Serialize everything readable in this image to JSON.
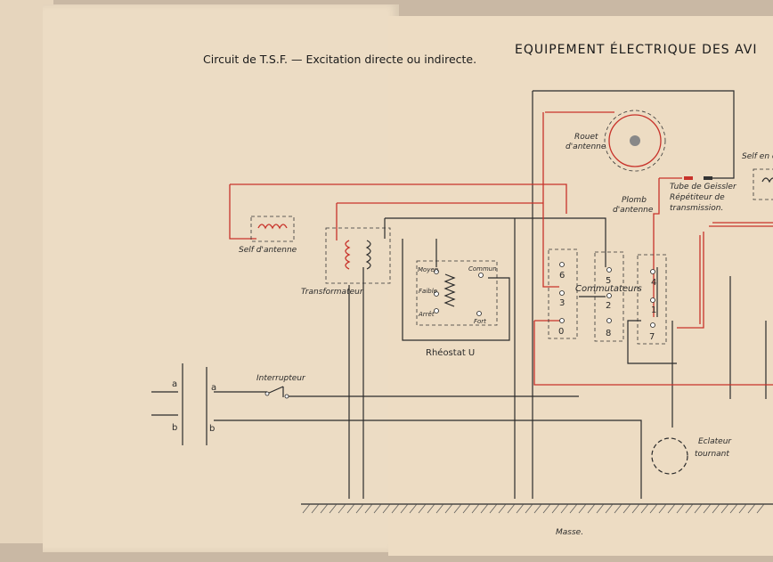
{
  "header": "EQUIPEMENT ÉLECTRIQUE DES AVI",
  "title": "Circuit de T.S.F. — Excitation directe ou indirecte.",
  "labels": {
    "rouet": [
      "Rouet",
      "d'antenne"
    ],
    "plomb": [
      "Plomb",
      "d'antenne"
    ],
    "geissler": [
      "Tube de Geissler",
      "Répétiteur de",
      "transmission."
    ],
    "self_en": "Self en d",
    "self_antenne": "Self d'antenne",
    "transformateur": "Transformateur",
    "rheostat": "Rhéostat U",
    "rheo_moyen": "Moyen",
    "rheo_faible": "Faible",
    "rheo_arret": "Arrêt",
    "rheo_commun": "Commun",
    "rheo_fort": "Fort",
    "commutateurs": "Commutateurs",
    "interrupteur": "Interrupteur",
    "a_left": "a",
    "b_left": "b",
    "a_right": "a",
    "b_right": "b",
    "eclateur": [
      "Eclateur",
      "tournant"
    ],
    "masse": "Masse."
  },
  "terminals": [
    "6",
    "5",
    "4",
    "3",
    "2",
    "1",
    "0",
    "8",
    "7"
  ],
  "colors": {
    "red": "#c8322a",
    "ink": "#2b2b2b",
    "paper": "#ecdcc4"
  }
}
